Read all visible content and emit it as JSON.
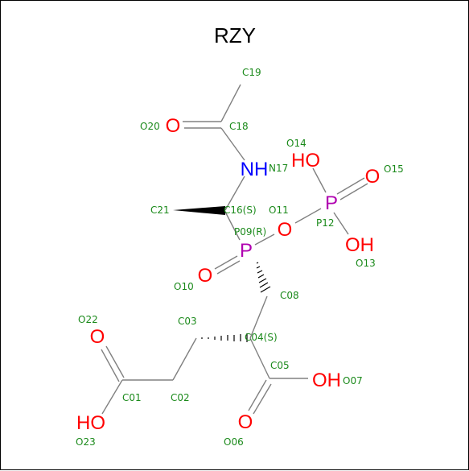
{
  "title": "RZY",
  "colors": {
    "bond": "#808080",
    "label": "#1b8a1b",
    "oxygen": "#ff0000",
    "nitrogen": "#0000ff",
    "phosphorus": "#b000b0",
    "wedge": "#000000"
  },
  "atoms": {
    "o20": "O",
    "n17": "NH",
    "p09": "P",
    "o10": "O",
    "o11": "O",
    "p12": "P",
    "o14": "HO",
    "o15": "O",
    "o13": "OH",
    "o22": "O",
    "o23": "HO",
    "o06": "O",
    "o07": "OH"
  },
  "labels": {
    "c19": "C19",
    "c18": "C18",
    "o20": "O20",
    "o14": "O14",
    "n17": "N17",
    "o15": "O15",
    "c21": "C21",
    "c16": "C16(S)",
    "o11": "O11",
    "p12": "P12",
    "p09": "P09(R)",
    "o13": "O13",
    "o10": "O10",
    "c08": "C08",
    "o22": "O22",
    "c03": "C03",
    "c04": "C04(S)",
    "c05": "C05",
    "o07": "O07",
    "c01": "C01",
    "c02": "C02",
    "o23": "O23",
    "o06": "O06"
  }
}
